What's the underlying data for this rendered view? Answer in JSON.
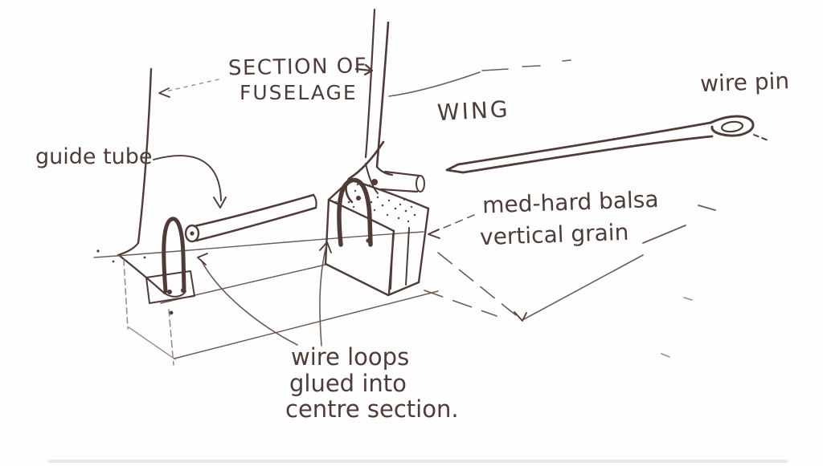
{
  "sketch": {
    "labels": {
      "section_of": "SECTION OF",
      "fuselage": "FUSELAGE",
      "wing": "WING",
      "wire_pin": "wire pin",
      "guide_tube": "guide tube",
      "balsa_line1": "med-hard balsa",
      "balsa_line2": "vertical grain",
      "wire_loops_line1": "wire loops",
      "wire_loops_line2": "glued into",
      "wire_loops_line3": "centre section."
    },
    "colors": {
      "ink": "#4f3b38",
      "paper": "#fefefe"
    }
  }
}
